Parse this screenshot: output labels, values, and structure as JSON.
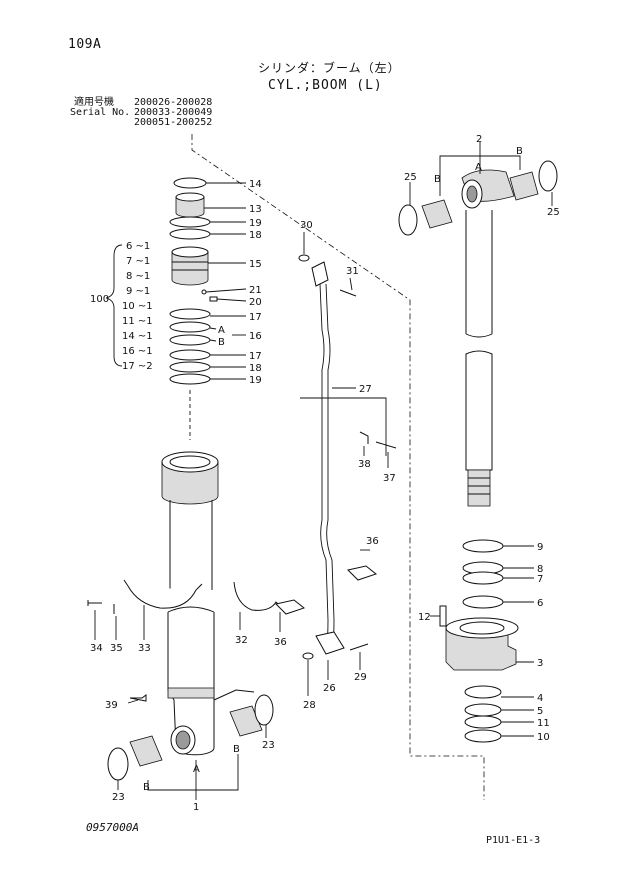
{
  "page_code": "109A",
  "title_jp": "シリンダ：ブーム（左）",
  "title_en": "CYL.;BOOM (L)",
  "serial": {
    "label_jp": "適用号機",
    "label_en": "Serial No.",
    "ranges": [
      "200026-200028",
      "200033-200049",
      "200051-200252"
    ]
  },
  "kit": {
    "number": "100",
    "items": [
      "6 ~1",
      "7 ~1",
      "8 ~1",
      "9 ~1",
      "10 ~1",
      "11 ~1",
      "14 ~1",
      "16 ~1",
      "17 ~2"
    ]
  },
  "labels": {
    "p1": "1",
    "p2": "2",
    "p3": "3",
    "p4": "4",
    "p5": "5",
    "p6": "6",
    "p8": "8",
    "p7": "7",
    "p9": "9",
    "p10": "10",
    "p11": "11",
    "p12": "12",
    "p13": "13",
    "p14": "14",
    "p15": "15",
    "p16": "16",
    "p17a": "17",
    "p17b": "17",
    "p18a": "18",
    "p18b": "18",
    "p19a": "19",
    "p19b": "19",
    "p20": "20",
    "p21": "21",
    "p23a": "23",
    "p23b": "23",
    "p25a": "25",
    "p25b": "25",
    "p26": "26",
    "p27": "27",
    "p28": "28",
    "p29": "29",
    "p30": "30",
    "p31": "31",
    "p32": "32",
    "p33": "33",
    "p34": "34",
    "p35": "35",
    "p36a": "36",
    "p36b": "36",
    "p37": "37",
    "p38": "38",
    "p39": "39",
    "a_top": "A",
    "b_top_l": "B",
    "b_top_r": "B",
    "a_mid": "A",
    "b_mid": "B",
    "a_bot": "A",
    "b_bot_l": "B",
    "b_bot_r": "B"
  },
  "footer_left": "0957000A",
  "footer_right": "P1U1-E1-3"
}
